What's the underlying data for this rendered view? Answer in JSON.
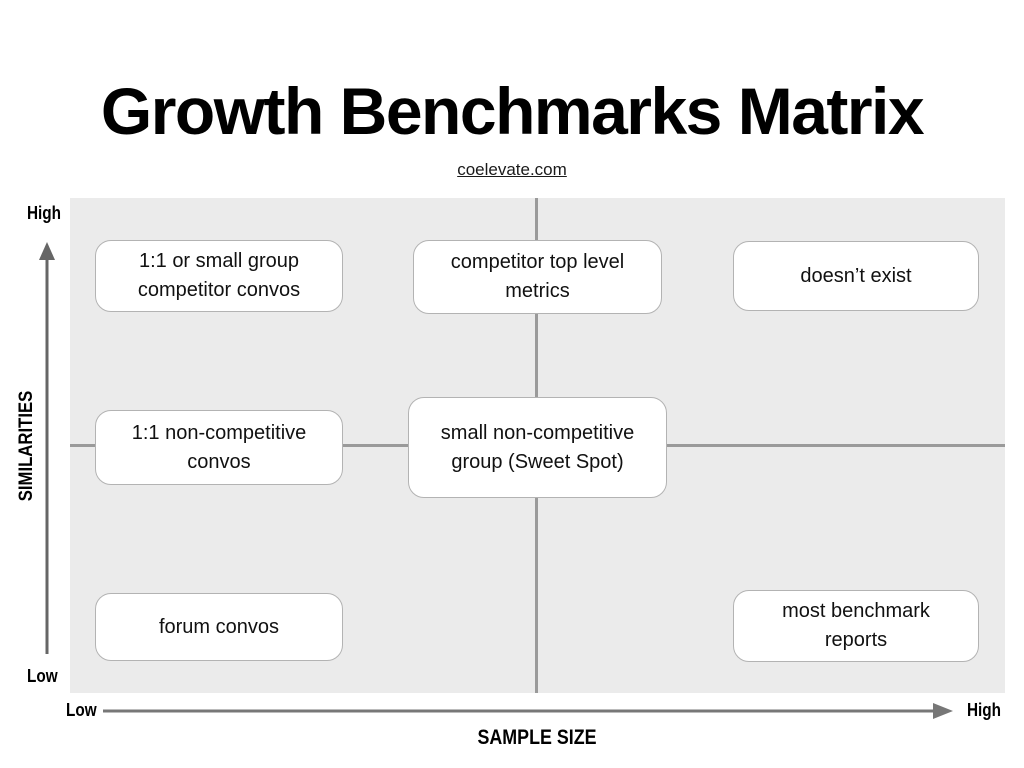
{
  "title": "Growth Benchmarks Matrix",
  "subtitle": "coelevate.com",
  "y_axis": {
    "label": "SIMILARITIES",
    "high": "High",
    "low": "Low"
  },
  "x_axis": {
    "label": "SAMPLE SIZE",
    "low": "Low",
    "high": "High"
  },
  "matrix": {
    "boxes": [
      {
        "label": "1:1 or small group\ncompetitor convos",
        "similarities": "high",
        "sample_size": "low"
      },
      {
        "label": "competitor top level\nmetrics",
        "similarities": "high",
        "sample_size": "medium"
      },
      {
        "label": "doesn’t exist",
        "similarities": "high",
        "sample_size": "high"
      },
      {
        "label": "1:1 non-competitive\nconvos",
        "similarities": "medium",
        "sample_size": "low"
      },
      {
        "label": "small non-competitive\ngroup (Sweet Spot)",
        "similarities": "medium",
        "sample_size": "medium"
      },
      {
        "label": "forum convos",
        "similarities": "low",
        "sample_size": "low"
      },
      {
        "label": "most benchmark\nreports",
        "similarities": "low",
        "sample_size": "high"
      }
    ]
  },
  "colors": {
    "plot_background": "#ebebeb",
    "grid_line": "#9a9a9a",
    "axis_arrow": "#666666",
    "box_border": "#b3b3b3",
    "box_background": "#ffffff",
    "text": "#000000"
  }
}
